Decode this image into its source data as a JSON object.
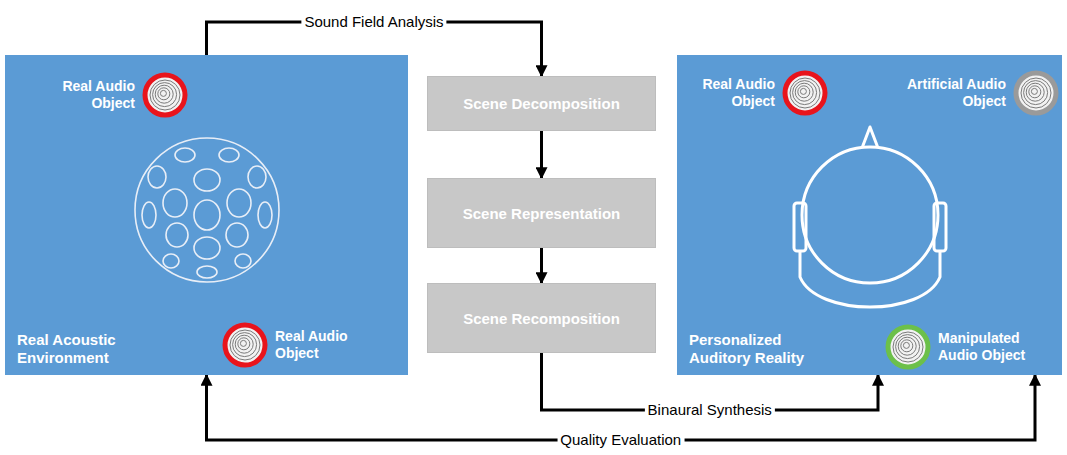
{
  "diagram": {
    "nodes": [
      {
        "text": [
          "Real Acoustic Environment"
        ]
      },
      {
        "text": [
          "Real Audio Object"
        ],
        "in": 0
      },
      {
        "text": [
          "Real Audio Object"
        ],
        "in": 0
      },
      {
        "text": [
          "Scene Decomposition"
        ]
      },
      {
        "text": [
          "Scene Representation"
        ]
      },
      {
        "text": [
          "Scene Recomposition"
        ]
      },
      {
        "text": [
          "Personalized Auditory Reality"
        ]
      },
      {
        "text": [
          "Real Audio Object"
        ],
        "in": 6
      },
      {
        "text": [
          "Artificial Audio Object"
        ],
        "in": 6
      },
      {
        "text": [
          "Manipulated Audio Object"
        ],
        "in": 6
      }
    ],
    "edges": [
      {
        "from": 0,
        "to": 3,
        "arrow": "to",
        "label": "Sound Field Analysis"
      },
      {
        "from": 3,
        "to": 4,
        "arrow": "to"
      },
      {
        "from": 4,
        "to": 5,
        "arrow": "to"
      },
      {
        "from": 5,
        "to": 6,
        "arrow": "to",
        "label": "Binaural Synthesis"
      },
      {
        "from": 0,
        "to": 6,
        "arrow": "both",
        "label": "Quality Evaluation"
      }
    ]
  }
}
